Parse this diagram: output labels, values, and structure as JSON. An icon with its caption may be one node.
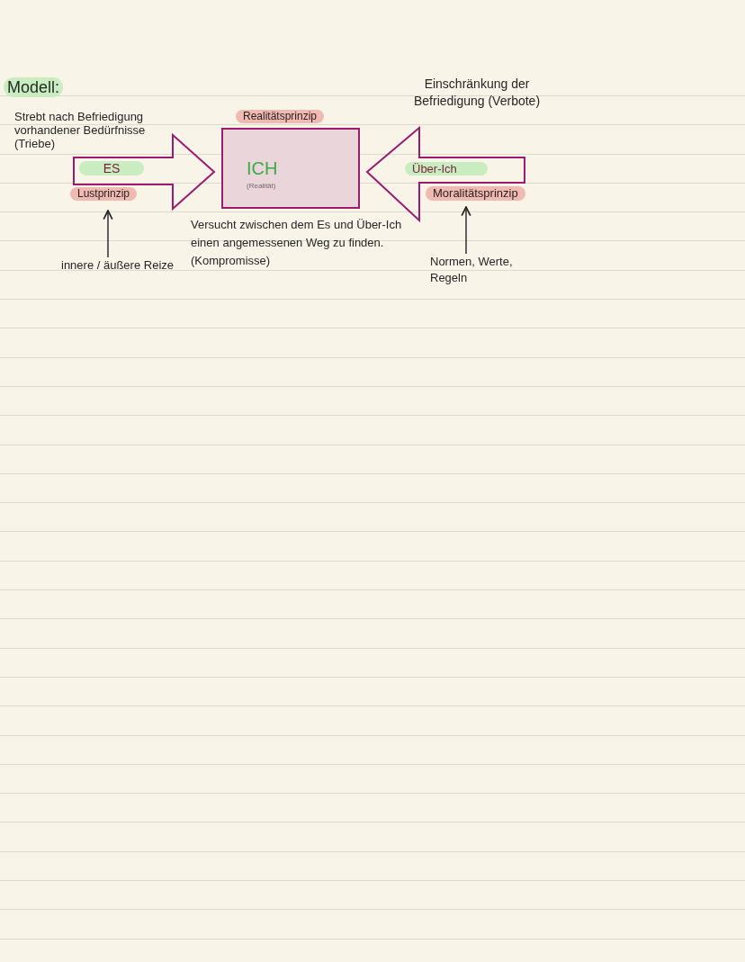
{
  "diagram": {
    "title": "Modell:",
    "nodes": [
      {
        "text": [
          "ES",
          "Lustprinzip"
        ],
        "beside": [
          "Strebt nach Befriedigung vorhandener Bedürfnisse (Triebe)"
        ]
      },
      {
        "text": [
          "ICH",
          "(Realität)"
        ],
        "beside": [
          "Realitätsprinzip"
        ]
      },
      {
        "text": [
          "Über-Ich",
          "Moralitätsprinzip"
        ],
        "beside": [
          "Einschränkung der Befriedigung (Verbote)"
        ]
      },
      {
        "text": [
          "innere / äußere Reize"
        ]
      },
      {
        "text": [
          "Normen, Werte, Regeln"
        ]
      }
    ],
    "edges": [
      {
        "from": 3,
        "to": 0,
        "arrow": "to"
      },
      {
        "from": 4,
        "to": 2,
        "arrow": "to"
      }
    ],
    "labels": [
      "Versucht zwischen dem Es und Über-Ich einen angemessenen Weg zu finden. (Kompromisse)"
    ]
  }
}
